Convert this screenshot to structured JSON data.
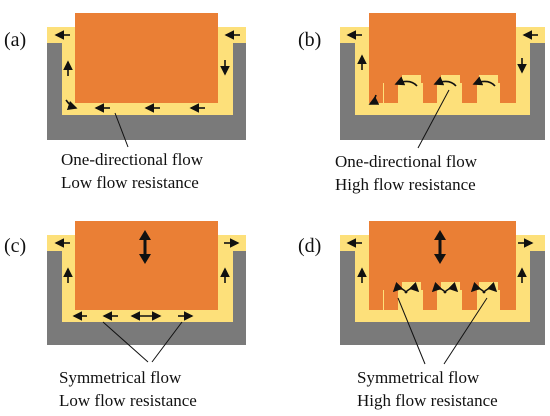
{
  "panels": [
    {
      "key": "a",
      "label": "(a)",
      "caption": [
        "One-directional flow",
        "Low flow resistance"
      ]
    },
    {
      "key": "b",
      "label": "(b)",
      "caption": [
        "One-directional flow",
        "High flow resistance"
      ]
    },
    {
      "key": "c",
      "label": "(c)",
      "caption": [
        "Symmetrical flow",
        "Low flow resistance"
      ]
    },
    {
      "key": "d",
      "label": "(d)",
      "caption": [
        "Symmetrical flow",
        "High flow resistance"
      ]
    }
  ],
  "colors": {
    "substrate": "#7a7a7a",
    "fluid": "#fde07a",
    "mold": "#ea7f35",
    "arrow": "#111111"
  }
}
